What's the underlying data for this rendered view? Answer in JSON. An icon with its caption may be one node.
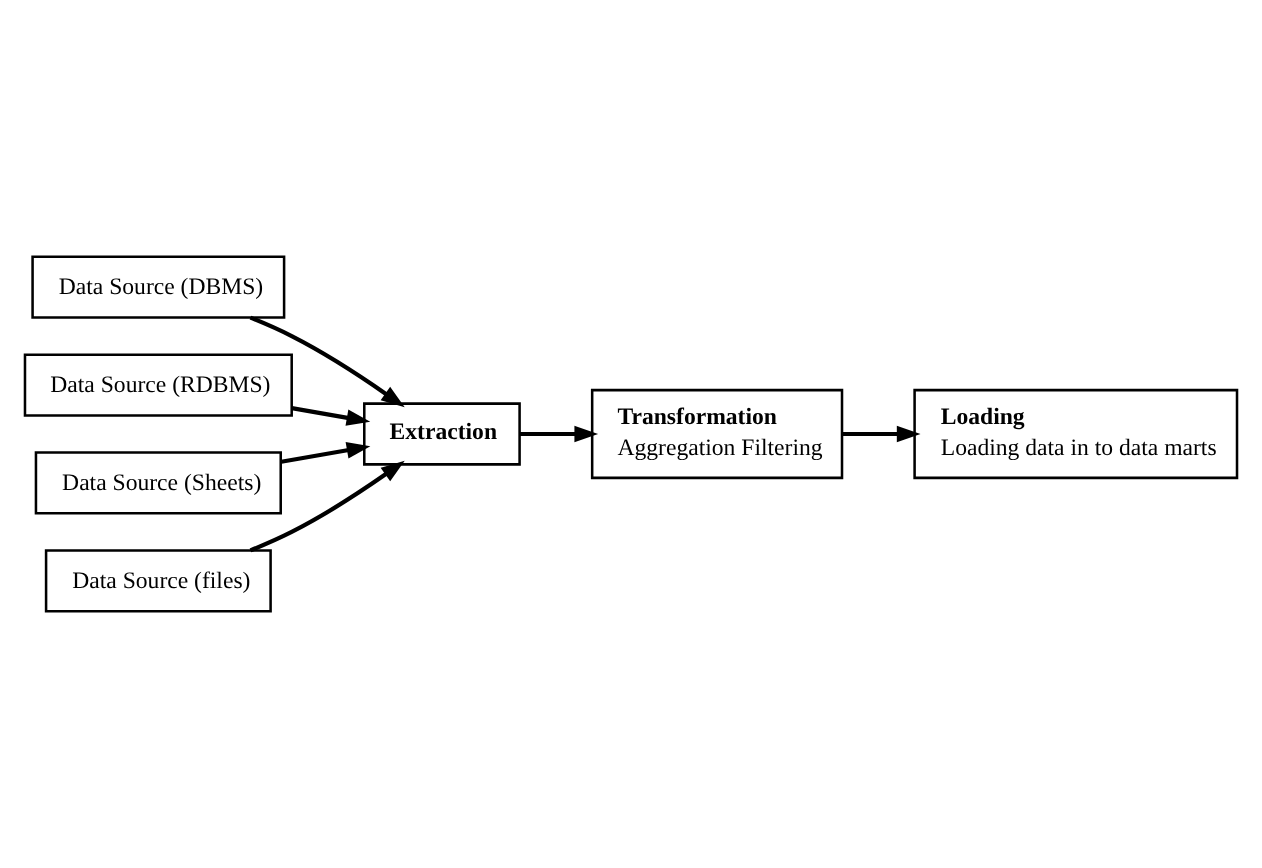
{
  "diagram": {
    "nodes": [
      {
        "text": [
          "Data Source (DBMS)"
        ]
      },
      {
        "text": [
          "Data Source (RDBMS)"
        ]
      },
      {
        "text": [
          "Data Source (Sheets)"
        ]
      },
      {
        "text": [
          "Data Source (files)"
        ]
      },
      {
        "text": [
          "Extraction"
        ]
      },
      {
        "text": [
          "Transformation",
          "Aggregation Filtering"
        ]
      },
      {
        "text": [
          "Loading",
          "Loading data in to data marts"
        ]
      }
    ],
    "edges": [
      {
        "from": 0,
        "to": 4,
        "arrow": "to"
      },
      {
        "from": 1,
        "to": 4,
        "arrow": "to"
      },
      {
        "from": 2,
        "to": 4,
        "arrow": "to"
      },
      {
        "from": 3,
        "to": 4,
        "arrow": "to"
      },
      {
        "from": 4,
        "to": 5,
        "arrow": "to"
      },
      {
        "from": 5,
        "to": 6,
        "arrow": "to"
      }
    ]
  }
}
